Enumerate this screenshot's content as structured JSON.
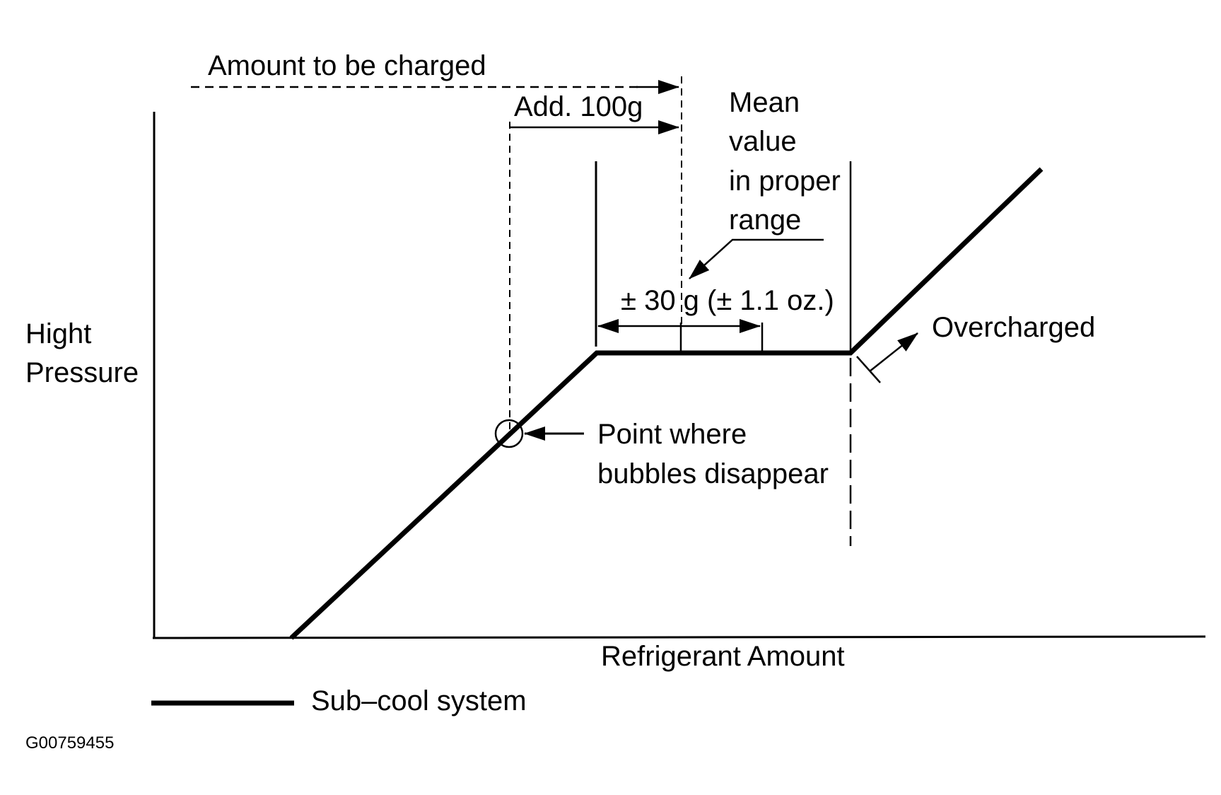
{
  "labels": {
    "amount_to_be_charged": "Amount to be charged",
    "add_100g": "Add. 100g",
    "mean_value_lines": [
      "Mean",
      "value",
      "in proper",
      "range"
    ],
    "tolerance": "± 30 g (± 1.1 oz.)",
    "y_axis_lines": [
      "Hight",
      "Pressure"
    ],
    "overcharged": "Overcharged",
    "bubbles_lines": [
      "Point where",
      "bubbles disappear"
    ],
    "x_axis": "Refrigerant Amount",
    "figure_code": "G00759455"
  },
  "legend": {
    "entry": "Sub–cool system"
  },
  "colors": {
    "ink": "#000000",
    "background": "#ffffff"
  }
}
